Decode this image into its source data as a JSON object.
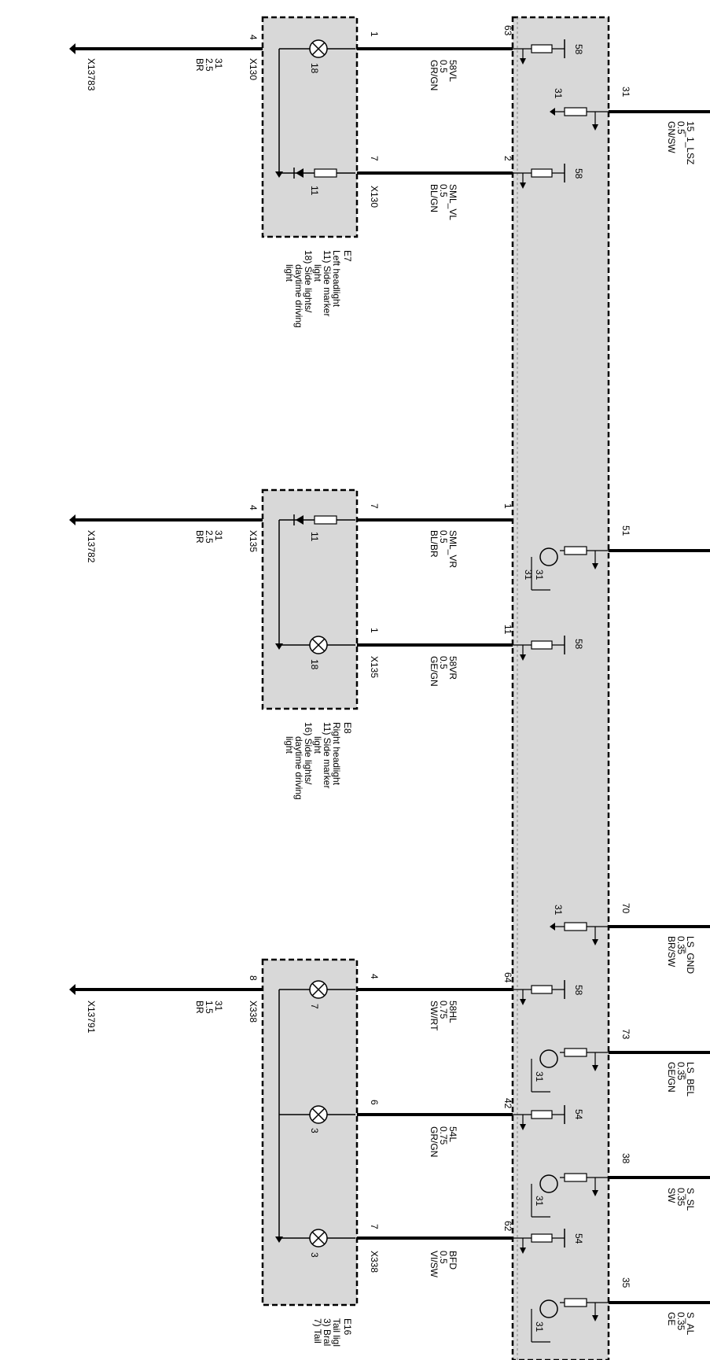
{
  "components": {
    "e7": {
      "id": "E7",
      "desc": [
        "Left headlight",
        "11) Side marker",
        "light",
        "18) Side lights/",
        "daytime driving",
        "light"
      ],
      "connector": "X130",
      "ground_connector": "X130",
      "ground_pin": "4",
      "ground_wire": [
        "31",
        "2.5",
        "BR"
      ],
      "ground_ref": "X13783",
      "elements": [
        {
          "num": "18",
          "kind": "lamp",
          "pin": "1",
          "wire": [
            "58VL",
            "0.5",
            "GR/GN"
          ],
          "module_pin": "63",
          "module_term": "58"
        },
        {
          "num": "11",
          "kind": "led",
          "pin": "7",
          "wire": [
            "SML_VL",
            "0.5",
            "BL/GN"
          ],
          "module_pin": "2",
          "module_term": "58"
        }
      ]
    },
    "e8": {
      "id": "E8",
      "desc": [
        "Right headlight",
        "11) Side marker",
        "light",
        "16) Side lights/",
        "daytime driving",
        "light"
      ],
      "connector": "X135",
      "ground_connector": "X135",
      "ground_pin": "4",
      "ground_wire": [
        "31",
        "2.5",
        "BR"
      ],
      "ground_ref": "X13782",
      "elements": [
        {
          "num": "11",
          "kind": "led",
          "pin": "7",
          "wire": [
            "SML_VR",
            "0.5",
            "BL/BR"
          ],
          "module_pin": "1",
          "module_term": "31"
        },
        {
          "num": "18",
          "kind": "lamp",
          "pin": "1",
          "wire": [
            "58VR",
            "0.5",
            "GE/GN"
          ],
          "module_pin": "11",
          "module_term": "58"
        }
      ]
    },
    "e16": {
      "id": "E16",
      "desc": [
        "Tail ligl",
        "3) Bral",
        "7) Tail"
      ],
      "connector": "X338",
      "ground_connector": "X338",
      "ground_pin": "8",
      "ground_wire": [
        "31",
        "1.5",
        "BR"
      ],
      "ground_ref": "X13791",
      "elements": [
        {
          "num": "7",
          "kind": "lamp",
          "pin": "4",
          "wire": [
            "58HL",
            "0.75",
            "SW/RT"
          ],
          "module_pin": "64",
          "module_term": "58"
        },
        {
          "num": "3",
          "kind": "lamp",
          "pin": "6",
          "wire": [
            "54L",
            "0.75",
            "GR/GN"
          ],
          "module_pin": "42",
          "module_term": "54"
        },
        {
          "num": "3",
          "kind": "lamp",
          "pin": "7",
          "wire": [
            "BFD",
            "0.5",
            "VI/SW"
          ],
          "module_pin": "62",
          "module_term": "54"
        }
      ]
    }
  },
  "module_right": [
    {
      "pin": "31",
      "wire": [
        "15_1_LSZ",
        "0.5",
        "GN/SW"
      ],
      "term": "31",
      "kind": "resistor"
    },
    {
      "pin": "51",
      "wire": [],
      "term": "31",
      "kind": "transistor"
    },
    {
      "pin": "70",
      "wire": [
        "LS_GND",
        "0.35",
        "BR/SW"
      ],
      "term": "31",
      "kind": "resistor"
    },
    {
      "pin": "73",
      "wire": [
        "LS_BEL",
        "0.35",
        "GE/GN"
      ],
      "term": "31",
      "kind": "transistor"
    },
    {
      "pin": "38",
      "wire": [
        "S_SL",
        "0.35",
        "SW"
      ],
      "term": "31",
      "kind": "transistor"
    },
    {
      "pin": "35",
      "wire": [
        "S_AL",
        "0.35",
        "GE"
      ],
      "term": "31",
      "kind": "transistor"
    }
  ]
}
